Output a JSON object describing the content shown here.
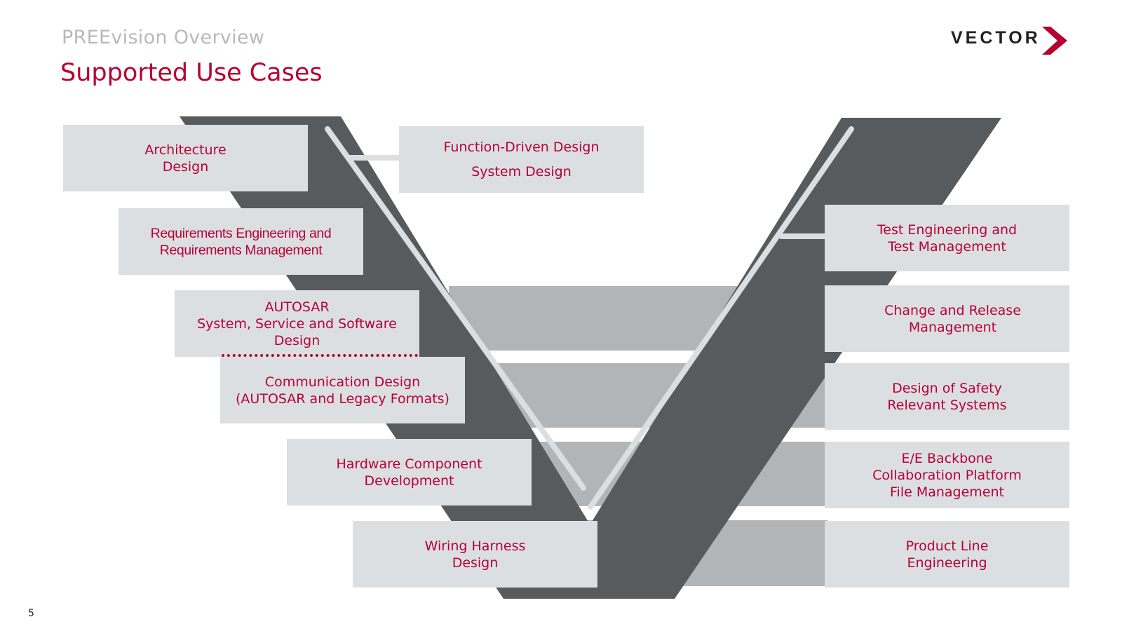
{
  "header": {
    "overtitle": "PREEvision Overview",
    "title": "Supported Use Cases",
    "logo_text": "VECTOR"
  },
  "colors": {
    "accent": "#b70032",
    "box_fill": "#dcdfe2",
    "v_dark": "#575b5e",
    "band_gray": "#b1b5b8",
    "line_light": "#dcdfe2"
  },
  "left_boxes": [
    {
      "lines": [
        "Architecture",
        "Design"
      ]
    },
    {
      "lines": [
        "Requirements Engineering and",
        "Requirements Management"
      ]
    },
    {
      "lines": [
        "AUTOSAR",
        "System, Service and Software",
        "Design"
      ]
    },
    {
      "lines": [
        "Communication Design",
        "(AUTOSAR and Legacy Formats)"
      ]
    },
    {
      "lines": [
        "Hardware Component",
        "Development"
      ]
    },
    {
      "lines": [
        "Wiring Harness",
        "Design"
      ]
    }
  ],
  "top_box": {
    "lines": [
      "Function-Driven Design",
      "System Design"
    ]
  },
  "right_boxes": [
    {
      "lines": [
        "Test Engineering and",
        "Test Management"
      ]
    },
    {
      "lines": [
        "Change and Release",
        "Management"
      ]
    },
    {
      "lines": [
        "Design of Safety",
        "Relevant Systems"
      ]
    },
    {
      "lines": [
        "E/E Backbone",
        "Collaboration Platform",
        "File Management"
      ]
    },
    {
      "lines": [
        "Product Line",
        "Engineering"
      ]
    }
  ],
  "page_number": "5"
}
